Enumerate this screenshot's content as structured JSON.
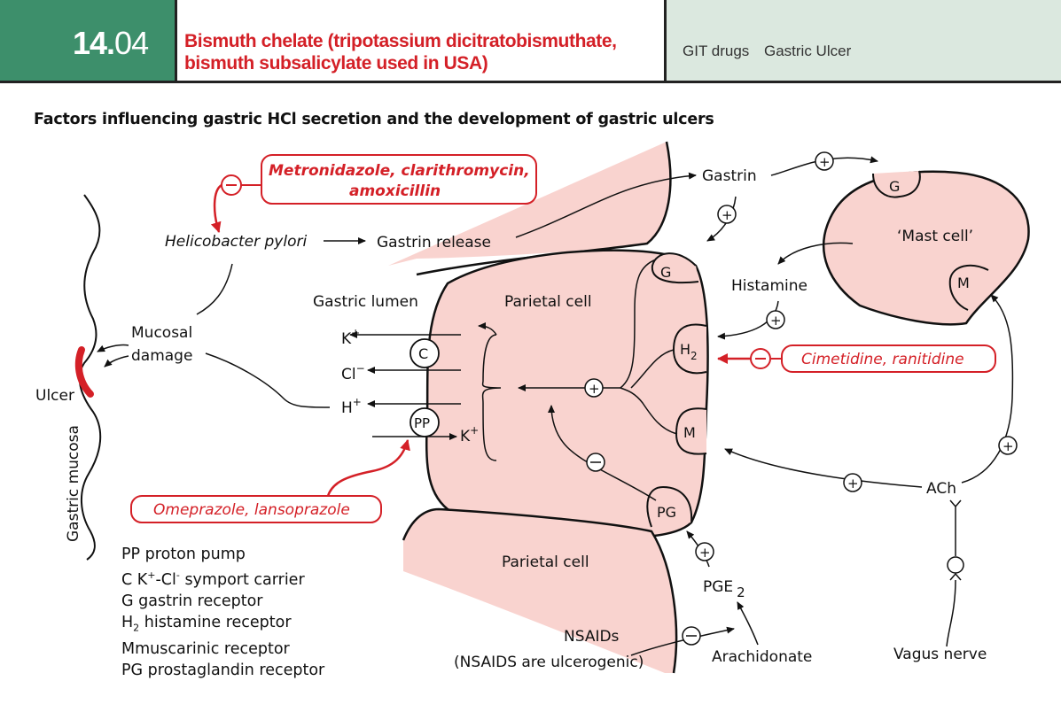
{
  "header": {
    "number_major": "14.",
    "number_minor": "04",
    "title_line1": "Bismuth chelate (tripotassium dicitratobismuthate,",
    "title_line2": "bismuth subsalicylate used in USA)",
    "categories": [
      "GIT drugs",
      "Gastric Ulcer"
    ]
  },
  "figure_title": "Factors influencing gastric HCl secretion and the development of gastric ulcers",
  "labels": {
    "antibiotics_line1": "Metronidazole, clarithromycin,",
    "antibiotics_line2": "amoxicillin",
    "h_pylori": "Helicobacter pylori",
    "gastrin_release": "Gastrin release",
    "gastrin": "Gastrin",
    "mast_cell": "‘Mast cell’",
    "histamine": "Histamine",
    "gastric_lumen": "Gastric lumen",
    "parietal_cell_top": "Parietal cell",
    "parietal_cell_bottom": "Parietal cell",
    "mucosal": "Mucosal",
    "damage": "damage",
    "ulcer": "Ulcer",
    "gastric_mucosa": "Gastric mucosa",
    "k_plus": "K",
    "cl_minus": "Cl",
    "h_plus": "H",
    "k_plus_2": "K",
    "c": "C",
    "pp": "PP",
    "g": "G",
    "h2": "H",
    "h2_sub": "2",
    "m": "M",
    "pg": "PG",
    "mast_g": "G",
    "mast_m": "M",
    "h2_blockers": "Cimetidine, ranitidine",
    "ppi": "Omeprazole, lansoprazole",
    "ach": "ACh",
    "pge2": "PGE",
    "pge2_sub": "2",
    "nsaids": "NSAIDs",
    "nsaids_note": "(NSAIDS are ulcerogenic)",
    "arachidonate": "Arachidonate",
    "vagus": "Vagus nerve",
    "plus": "+",
    "minus": "−"
  },
  "legend": [
    "PP proton pump",
    "C K+-Cl- symport carrier",
    "G gastrin receptor",
    "H2 histamine receptor",
    "Mmuscarinic receptor",
    "PG prostaglandin receptor"
  ],
  "colors": {
    "header_green": "#3d8f6b",
    "header_title_red": "#d42027",
    "header_category_bg": "#dbe8df",
    "cell_fill": "#f9d3cf",
    "drug_red": "#d42027"
  }
}
